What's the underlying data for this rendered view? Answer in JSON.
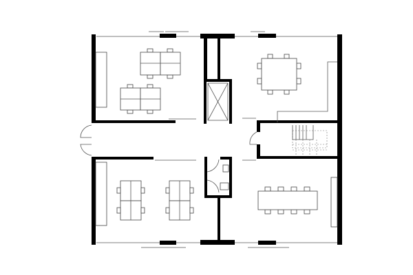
{
  "plan": {
    "colors": {
      "wall": "#000000",
      "furniture": "#444444",
      "background": "#ffffff"
    },
    "rooms": [
      "office-top-left",
      "meeting-top-right",
      "office-bottom-left",
      "meeting-bottom-right",
      "core-elevator",
      "wc",
      "stair"
    ]
  }
}
